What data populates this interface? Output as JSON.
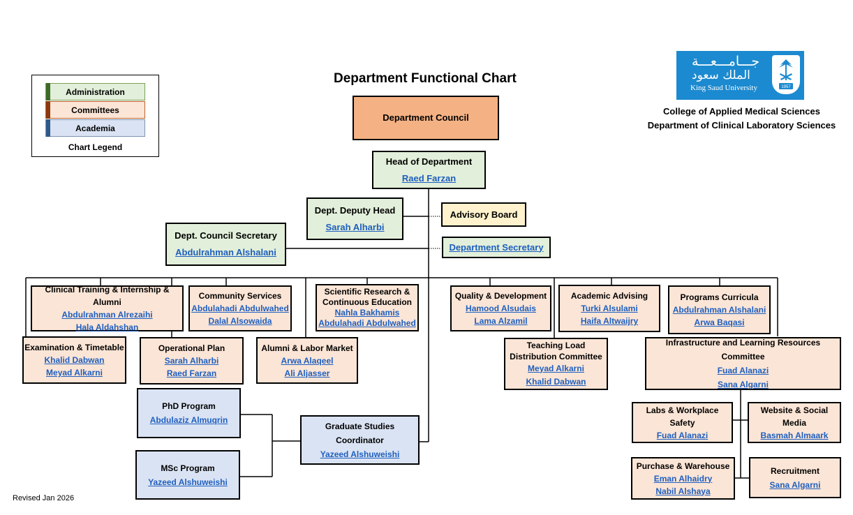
{
  "title": "Department Functional Chart",
  "legend": {
    "items": [
      {
        "label": "Administration",
        "color": "#e2efda",
        "accent": "#3f6b2a"
      },
      {
        "label": "Committees",
        "color": "#fbe5d6",
        "accent": "#8b3a0f"
      },
      {
        "label": "Academia",
        "color": "#dae3f3",
        "accent": "#2e5a8a"
      }
    ],
    "caption": "Chart Legend"
  },
  "logo": {
    "arabic_line1": "جـــامـــعـــة",
    "arabic_line2": "الملك سعود",
    "english": "King Saud University",
    "year": "1957",
    "color": "#1c8ad0"
  },
  "college": {
    "line1": "College of Applied Medical Sciences",
    "line2": "Department of Clinical Laboratory Sciences"
  },
  "council": {
    "title": "Department Council"
  },
  "head": {
    "title": "Head of Department",
    "name": "Raed Farzan"
  },
  "deputy": {
    "title": "Dept. Deputy Head",
    "name": "Sarah Alharbi"
  },
  "advisory": {
    "title": "Advisory Board"
  },
  "council_secretary": {
    "title": "Dept. Council Secretary",
    "name": "Abdulrahman Alshalani"
  },
  "dept_secretary": {
    "name": "Department Secretary"
  },
  "committees": {
    "clinical": {
      "title": "Clinical Training & Internship & Alumni",
      "members": [
        "Abdulrahman Alrezaihi",
        "Hala Aldahshan"
      ]
    },
    "community": {
      "title": "Community Services",
      "members": [
        "Abdulahadi Abdulwahed",
        "Dalal Alsowaida"
      ]
    },
    "research": {
      "title": "Scientific Research & Continuous Education",
      "members": [
        "Nahla Bakhamis",
        "Abdulahadi Abdulwahed"
      ]
    },
    "quality": {
      "title": "Quality & Development",
      "members": [
        "Hamood Alsudais",
        "Lama Alzamil"
      ]
    },
    "advising": {
      "title": "Academic Advising",
      "members": [
        "Turki Alsulami",
        "Haifa Altwaijry"
      ]
    },
    "curricula": {
      "title": "Programs Curricula",
      "members": [
        "Abdulrahman Alshalani",
        "Arwa Baqasi"
      ]
    },
    "exam": {
      "title": "Examination & Timetable",
      "members": [
        "Khalid Dabwan",
        "Meyad Alkarni"
      ]
    },
    "operational": {
      "title": "Operational Plan",
      "members": [
        "Sarah Alharbi",
        "Raed Farzan"
      ]
    },
    "alumni": {
      "title": "Alumni & Labor Market",
      "members": [
        "Arwa Alaqeel",
        "Ali Aljasser"
      ]
    },
    "teaching": {
      "title": "Teaching Load Distribution Committee",
      "members": [
        "Meyad Alkarni",
        "Khalid Dabwan"
      ]
    },
    "infrastructure": {
      "title": "Infrastructure and Learning Resources Committee",
      "members": [
        "Fuad Alanazi",
        "Sana Algarni"
      ]
    },
    "labs": {
      "title": "Labs & Workplace Safety",
      "members": [
        "Fuad Alanazi"
      ]
    },
    "website": {
      "title": "Website & Social Media",
      "members": [
        "Basmah Almaark"
      ]
    },
    "purchase": {
      "title": "Purchase & Warehouse",
      "members": [
        "Eman Alhaidry",
        "Nabil Alshaya"
      ]
    },
    "recruitment": {
      "title": "Recruitment",
      "members": [
        "Sana Algarni"
      ]
    }
  },
  "academia": {
    "phd": {
      "title": "PhD Program",
      "name": "Abdulaziz Almuqrin"
    },
    "msc": {
      "title": "MSc Program",
      "name": "Yazeed Alshuweishi"
    },
    "grad": {
      "title": "Graduate Studies Coordinator",
      "name": "Yazeed Alshuweishi"
    }
  },
  "revised": "Revised Jan 2026"
}
